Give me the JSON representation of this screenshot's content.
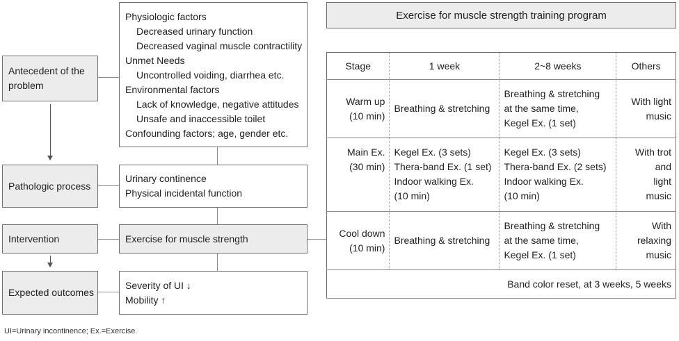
{
  "left": {
    "antecedent": "Antecedent of the\n  problem",
    "pathologic": "Pathologic process",
    "intervention": "Intervention",
    "outcomes": "Expected outcomes"
  },
  "factors": {
    "physiologic": "Physiologic factors",
    "phys_items": [
      "Decreased urinary function",
      "Decreased vaginal muscle contractility"
    ],
    "unmet": "Unmet Needs",
    "unmet_items": [
      "Uncontrolled voiding, diarrhea etc."
    ],
    "environmental": "Environmental factors",
    "env_items": [
      "Lack of knowledge, negative attitudes",
      "Unsafe and inaccessible toilet"
    ],
    "confounding": "Confounding factors; age, gender etc."
  },
  "process": {
    "line1": "Urinary continence",
    "line2": "Physical incidental function"
  },
  "intervention_box": "Exercise for muscle strength",
  "outcome_box": {
    "line1": "Severity of UI ↓",
    "line2": "Mobility ↑"
  },
  "program": {
    "title": "Exercise for muscle strength training program",
    "headers": [
      "Stage",
      "1 week",
      "2~8 weeks",
      "Others"
    ],
    "rows": [
      {
        "stage": "Warm up\n(10 min)",
        "week1": "Breathing & stretching",
        "week2_8": "Breathing & stretching\n  at the same time,\n  Kegel Ex. (1 set)",
        "others": "With light\nmusic"
      },
      {
        "stage": "Main Ex.\n(30 min)",
        "week1": "Kegel Ex. (3 sets)\nThera-band Ex. (1 set)\nIndoor walking Ex.\n    (10 min)",
        "week2_8": "Kegel Ex. (3 sets)\nThera-band Ex. (2 sets)\nIndoor walking Ex.\n    (10 min)",
        "others": "With trot\nand\nlight\nmusic"
      },
      {
        "stage": "Cool down\n(10 min)",
        "week1": "Breathing & stretching",
        "week2_8": "Breathing & stretching\n  at the same time,\n  Kegel Ex. (1 set)",
        "others": "With\nrelaxing\nmusic"
      }
    ],
    "footer": "Band color reset, at 3 weeks, 5 weeks"
  },
  "note": "UI=Urinary incontinence; Ex.=Exercise."
}
